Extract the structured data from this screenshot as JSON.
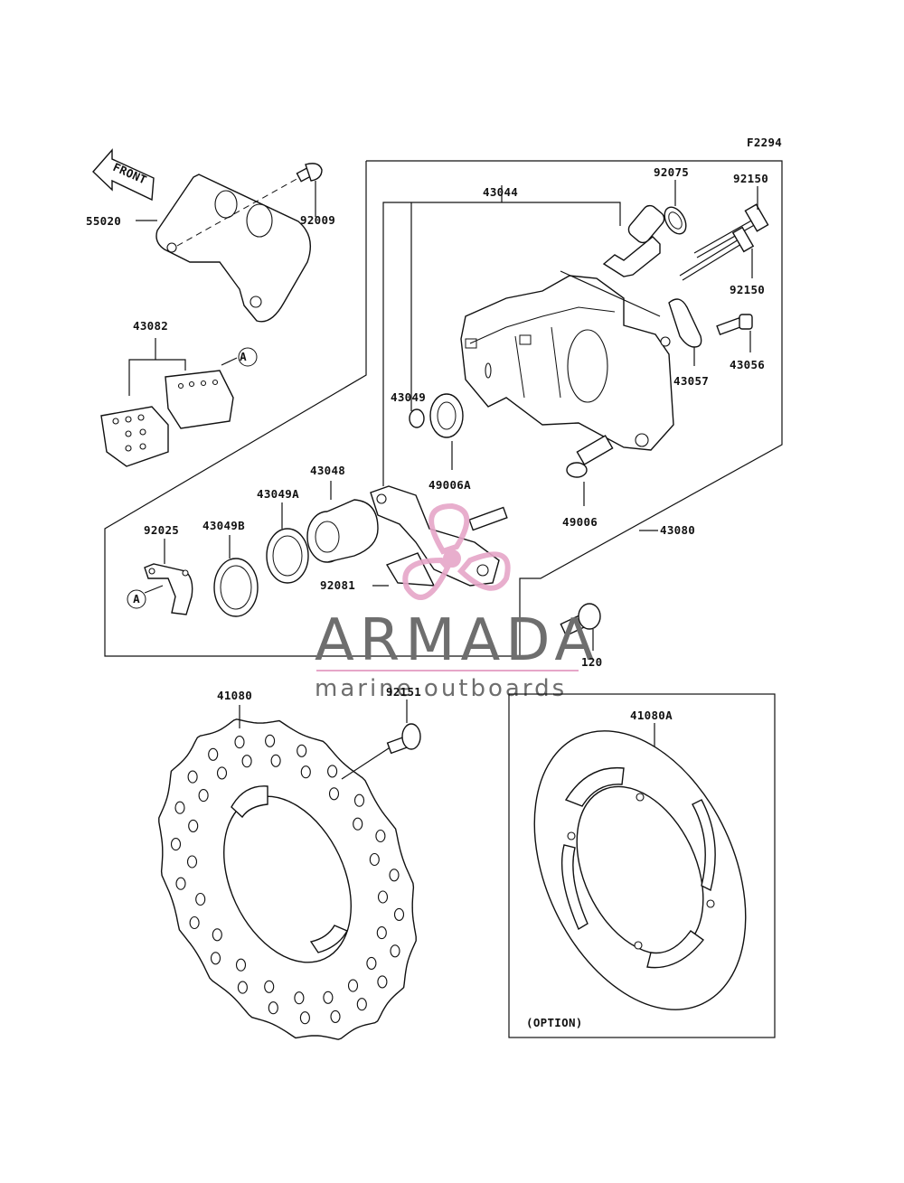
{
  "figure_code": "F2294",
  "front_marker": "FRONT",
  "watermark": {
    "brand": "ARMADA",
    "tagline": "marine outboards",
    "text_color": "#6e6e6e",
    "logo_color": "#e6a6c8"
  },
  "option_note": "(OPTION)",
  "callouts": {
    "ref_a": "A",
    "ref_a2": "A",
    "p92009": "92009",
    "p55020": "55020",
    "p43044": "43044",
    "p92075": "92075",
    "p92150a": "92150",
    "p92150b": "92150",
    "p43056": "43056",
    "p43057": "43057",
    "p43082": "43082",
    "p43049": "43049",
    "p49006A": "49006A",
    "p49006": "49006",
    "p43080": "43080",
    "p43048": "43048",
    "p43049A": "43049A",
    "p43049B": "43049B",
    "p92025": "92025",
    "p92081": "92081",
    "p120": "120",
    "p41080": "41080",
    "p92151": "92151",
    "p41080A": "41080A"
  }
}
